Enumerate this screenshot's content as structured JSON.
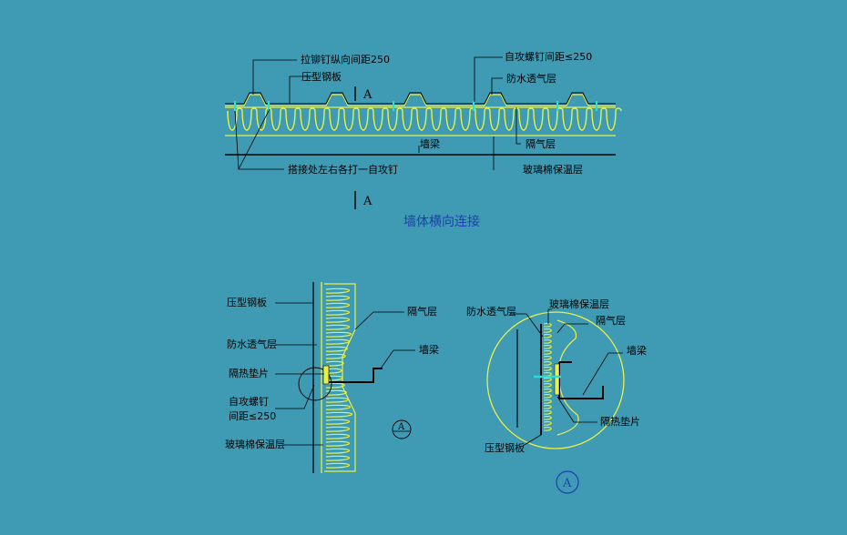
{
  "top": {
    "caption": "墙体横向连接",
    "section_mark_top": "A",
    "section_mark_bottom": "A",
    "labels": {
      "rivet_spacing": "拉铆钉纵向间距250",
      "profiled_steel": "压型钢板",
      "self_tap_spacing": "自攻螺钉间距≤250",
      "breathable_layer": "防水透气层",
      "wall_beam": "墙梁",
      "vapor_barrier": "隔气层",
      "lap_screws": "搭接处左右各打一自攻钉",
      "glass_wool": "玻璃棉保温层"
    }
  },
  "left_detail": {
    "labels": {
      "profiled_steel": "压型钢板",
      "breathable_layer": "防水透气层",
      "thermal_pad": "隔热垫片",
      "self_tap_line1": "自攻螺钉",
      "self_tap_line2": "间距≤250",
      "glass_wool": "玻璃棉保温层",
      "vapor_barrier": "隔气层",
      "wall_beam": "墙梁"
    },
    "section_symbol": "A"
  },
  "right_detail": {
    "labels": {
      "breathable_layer": "防水透气层",
      "glass_wool": "玻璃棉保温层",
      "vapor_barrier": "隔气层",
      "wall_beam": "墙梁",
      "thermal_pad": "隔热垫片",
      "profiled_steel": "压型钢板"
    },
    "detail_symbol": "A"
  },
  "colors": {
    "background": "#3f9ab3",
    "insulation": "#e8f04a",
    "lines": "#000000",
    "screw": "#29e0d8",
    "caption": "#1f3fb0"
  }
}
